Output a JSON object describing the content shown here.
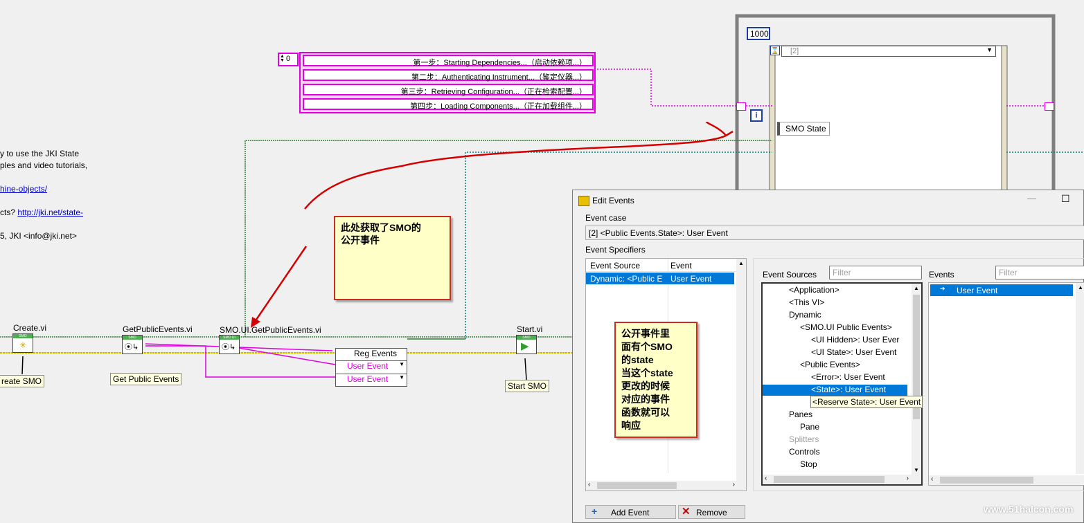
{
  "left_text": {
    "line1": "y to use the JKI State",
    "line2": "ples and video tutorials,",
    "link1": "hine-objects/",
    "line4_prefix": "cts? ",
    "link2": "http://jki.net/state-",
    "line5": "5, JKI <info@jki.net>"
  },
  "string_array": {
    "index": "0",
    "items": [
      "第一步：Starting Dependencies...（启动依赖项...）",
      "第二步：Authenticating Instrument...（鉴定仪器...）",
      "第三步：Retrieving Configuration...（正在检索配置...）",
      "第四步：Loading Components...（正在加载组件...）"
    ]
  },
  "timeout_const": "1000",
  "case_selector": "[2]",
  "smo_state_label": "SMO State",
  "iteration_terminal": "i",
  "vis": {
    "create": {
      "label": "Create.vi",
      "caption": "reate SMO",
      "badge": "SMO"
    },
    "get_public": {
      "label": "GetPublicEvents.vi",
      "caption": "Get Public Events",
      "badge": "SMO"
    },
    "smo_ui": {
      "label": "SMO.UI.GetPublicEvents.vi",
      "badge": "SMO UI"
    },
    "start": {
      "label": "Start.vi",
      "caption": "Start SMO",
      "badge": "SMO"
    }
  },
  "reg_events": {
    "title": "Reg Events",
    "rows": [
      "User Event",
      "User Event"
    ]
  },
  "notes": {
    "note1": [
      "此处获取了SMO的",
      "公开事件"
    ],
    "note2": [
      "公开事件里",
      "面有个SMO",
      "的state",
      "当这个state",
      "更改的时候",
      "对应的事件",
      "函数就可以",
      "响应"
    ]
  },
  "dialog": {
    "title": "Edit Events",
    "event_case_label": "Event case",
    "event_case_value": "[2] <Public Events.State>: User Event",
    "specifiers_label": "Event Specifiers",
    "col_source": "Event Source",
    "col_event": "Event",
    "spec_row": {
      "source": "Dynamic: <Public E",
      "event": "User Event"
    },
    "sources_label": "Event Sources",
    "events_label": "Events",
    "filter_placeholder": "Filter",
    "tree": [
      {
        "label": "<Application>",
        "indent": 0
      },
      {
        "label": "<This VI>",
        "indent": 0
      },
      {
        "label": "Dynamic",
        "indent": 0
      },
      {
        "label": "<SMO.UI Public Events>",
        "indent": 1
      },
      {
        "label": "<UI Hidden>: User Ever",
        "indent": 2
      },
      {
        "label": "<UI State>: User Event",
        "indent": 2
      },
      {
        "label": "<Public Events>",
        "indent": 1
      },
      {
        "label": "<Error>: User Event",
        "indent": 2
      },
      {
        "label": "<State>: User Event",
        "indent": 2,
        "selected": true
      },
      {
        "label": "<Reserve State>: User Event",
        "indent": 2
      },
      {
        "label": "Panes",
        "indent": 0
      },
      {
        "label": "Pane",
        "indent": 1
      },
      {
        "label": "Splitters",
        "indent": 0,
        "disabled": true
      },
      {
        "label": "Controls",
        "indent": 0
      },
      {
        "label": "Stop",
        "indent": 1
      }
    ],
    "tooltip": "<Reserve State>: User Event",
    "events_item": "User Event",
    "add_button": "Add Event",
    "remove_button": "Remove",
    "minimize": "—",
    "maximize": "☐"
  },
  "watermark": "www.51halcon.com",
  "colors": {
    "pink_wire": "#e000e0",
    "green_wire": "#2e7d32",
    "teal_wire": "#008080",
    "annotation_red": "#d40000",
    "selection": "#0078d7"
  }
}
